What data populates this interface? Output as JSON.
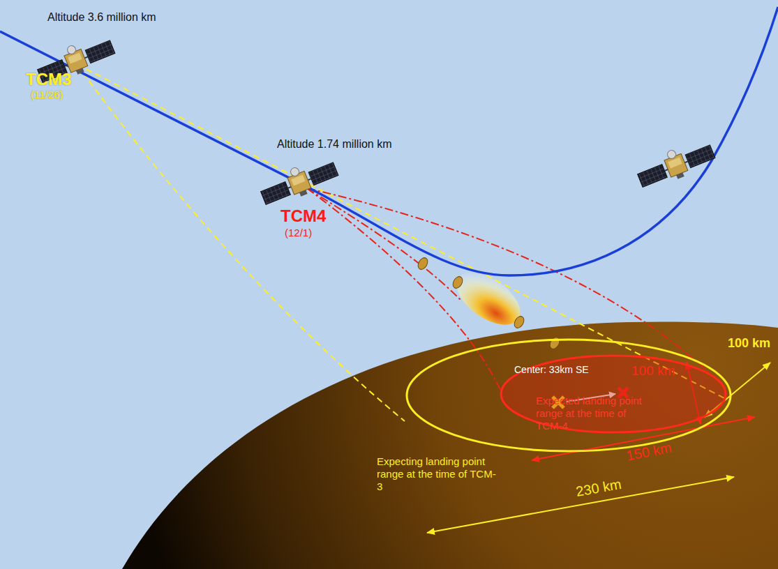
{
  "diagram": {
    "nodes": [
      {
        "text": [
          "Expecting landing point range at the time of TCM-3"
        ]
      },
      {
        "text": [
          "Expected landing point range at the time of TCM-4"
        ],
        "in": 0
      }
    ],
    "labels": [
      "Altitude 3.6 million km",
      "TCM3",
      "(11/26)",
      "Altitude 1.74 million km",
      "TCM4",
      "(12/1)",
      "Center: 33km SE",
      "100 km",
      "150 km",
      "100 km",
      "230 km"
    ]
  }
}
